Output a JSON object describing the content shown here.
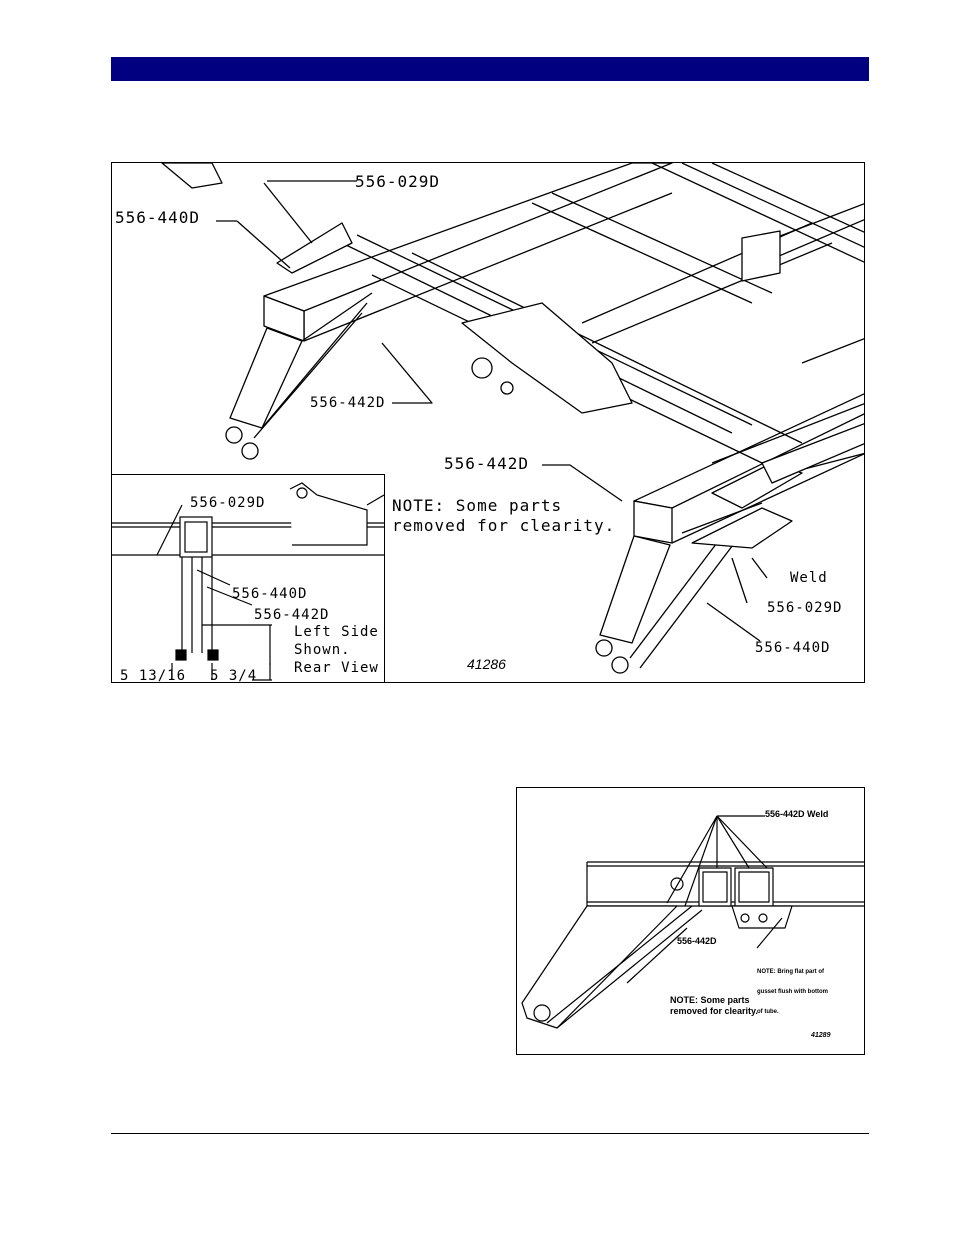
{
  "figure1": {
    "callouts": {
      "p029_top": "556-029D",
      "p440_left": "556-440D",
      "p442_mid": "556-442D",
      "p442_right": "556-442D",
      "weld": "Weld",
      "p029_right": "556-029D",
      "p440_right": "556-440D"
    },
    "note_line1": "NOTE: Some parts",
    "note_line2": "removed for clearity.",
    "figure_number": "41286",
    "inset": {
      "p029": "556-029D",
      "p440": "556-440D",
      "p442": "556-442D",
      "side_line1": "Left Side",
      "side_line2": "Shown.",
      "side_line3": "Rear View",
      "dim_left": "5 13/16",
      "dim_right": "5 3/4"
    }
  },
  "figure2": {
    "callout_weld": "556-442D Weld",
    "part_label": "556-442D",
    "flush_note_line1": "NOTE: Bring flat part of",
    "flush_note_line2": "gusset flush with bottom",
    "flush_note_line3": "of tube.",
    "note_line1": "NOTE: Some parts",
    "note_line2": "removed for clearity.",
    "figure_number": "41289"
  }
}
